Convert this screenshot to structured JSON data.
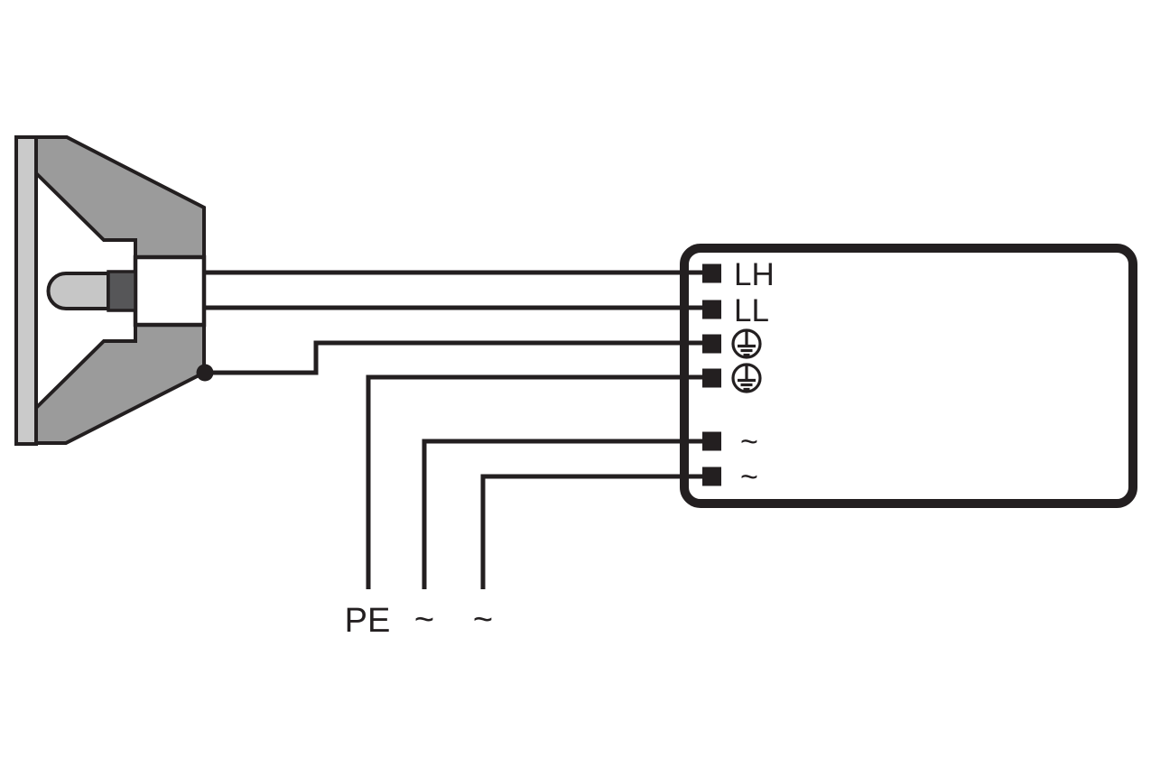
{
  "diagram": {
    "type": "wiring-diagram",
    "description": "Reflector lamp connected to electronic control gear terminal block",
    "colors": {
      "line": "#231f20",
      "reflector_body": "#9b9b9b",
      "glass_face": "#cacaca",
      "bulb": "#c6c6c6",
      "bulb_base": "#565658",
      "background": "#ffffff"
    },
    "lamp": {
      "name": "reflector-lamp",
      "parts": [
        "glass-face",
        "reflector-housing",
        "lamp-capsule",
        "lamp-base",
        "socket-block",
        "housing-earth-junction"
      ]
    },
    "ballast": {
      "name": "control-gear-terminal-box",
      "terminals": [
        {
          "label": "LH",
          "symbol": "text"
        },
        {
          "label": "LL",
          "symbol": "text"
        },
        {
          "label": "",
          "symbol": "protective-earth"
        },
        {
          "label": "",
          "symbol": "protective-earth"
        },
        {
          "label": "~",
          "symbol": "text"
        },
        {
          "label": "~",
          "symbol": "text"
        }
      ]
    },
    "mains": {
      "labels": [
        "PE",
        "~",
        "~"
      ]
    },
    "wires": [
      "lamp-to-LH",
      "lamp-to-LL",
      "housing-to-earth-terminal",
      "earth-terminal-to-PE",
      "ac-terminal-to-mains-1",
      "ac-terminal-to-mains-2"
    ]
  }
}
